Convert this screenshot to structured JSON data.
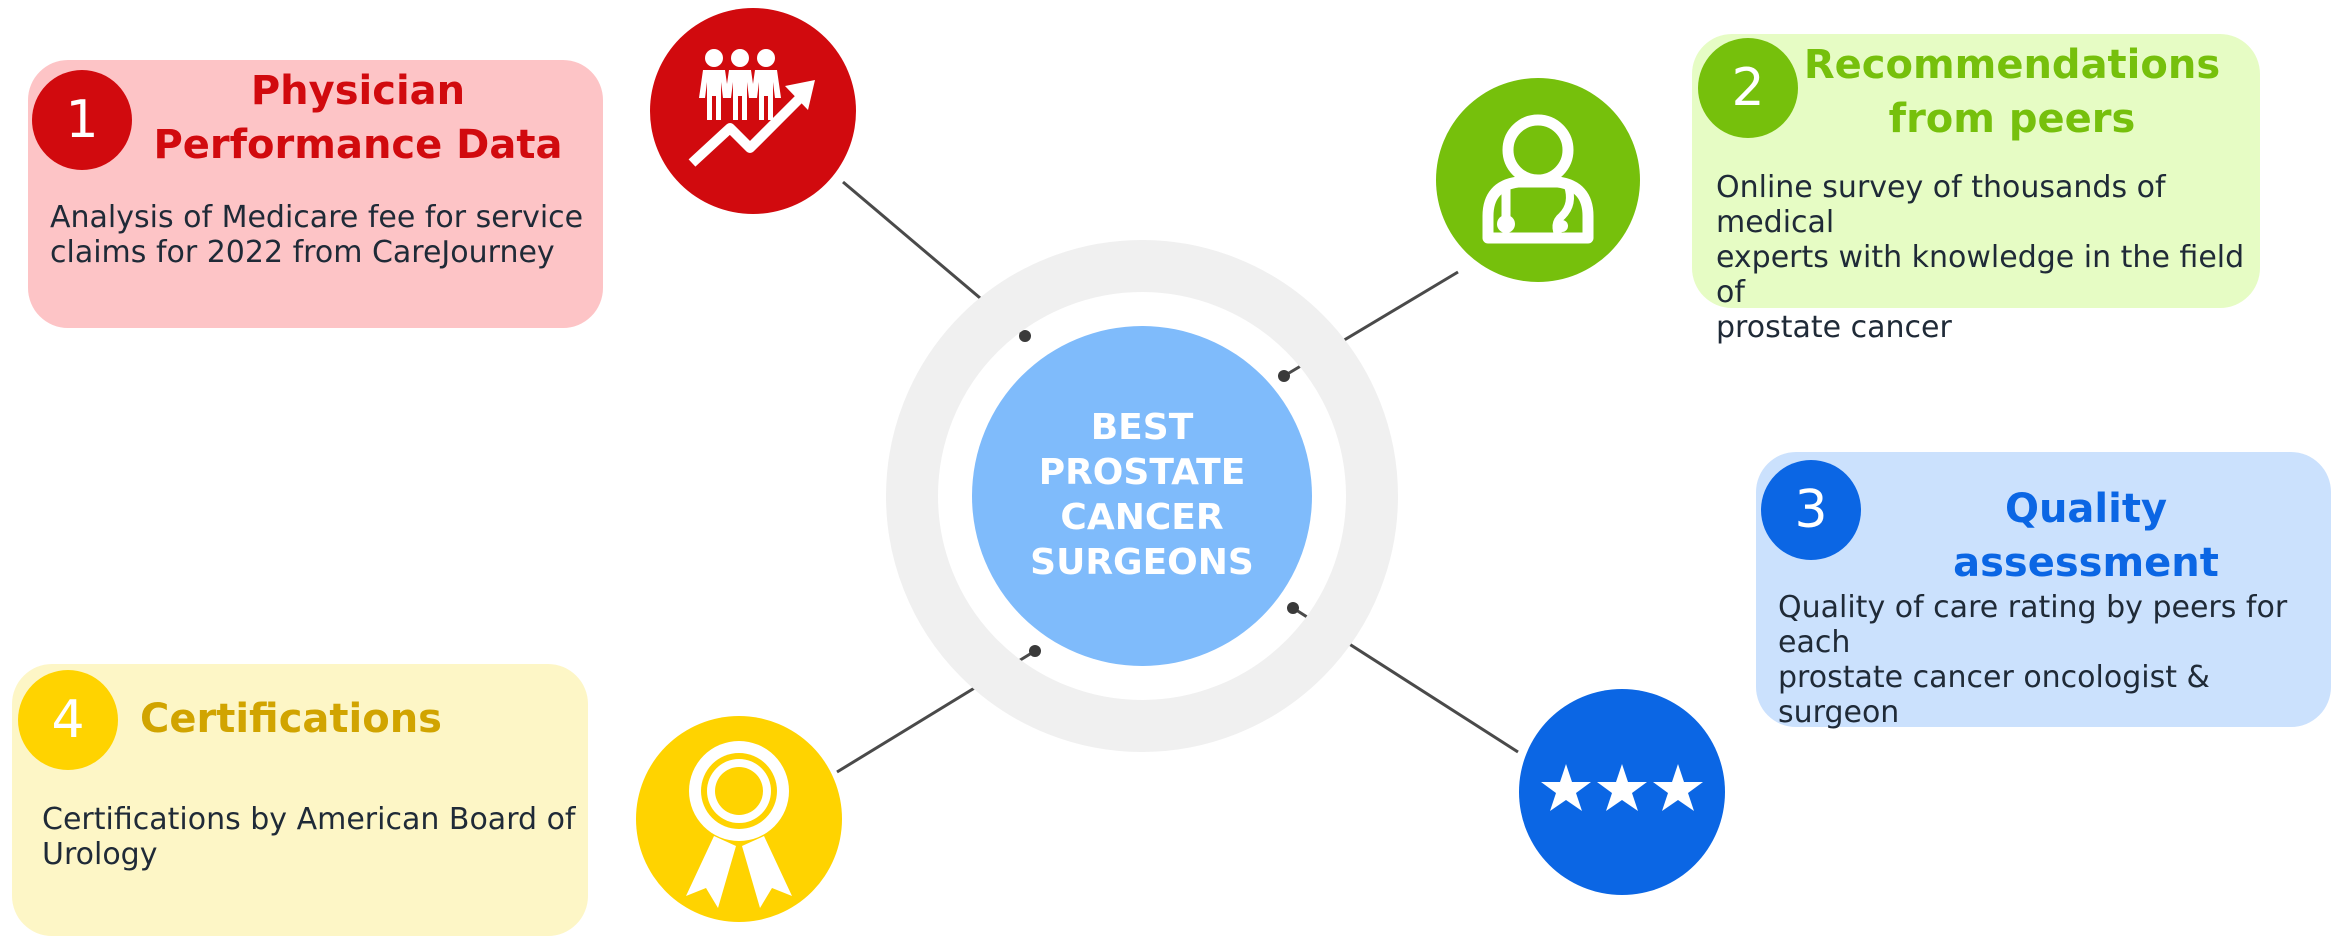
{
  "center": {
    "lines": [
      "BEST",
      "PROSTATE",
      "CANCER",
      "SURGEONS"
    ],
    "color": "#7fbbfb",
    "ring_color": "#f0f0f0"
  },
  "cards": [
    {
      "number": "1",
      "title_lines": [
        "Physician",
        "Performance Data"
      ],
      "description_lines": [
        "Analysis of Medicare fee for service",
        "claims for 2022 from CareJourney"
      ],
      "bg": "#fdc4c6",
      "accent": "#d10a0e",
      "icon": "people-growth-icon"
    },
    {
      "number": "2",
      "title_lines": [
        "Recommendations",
        "from peers"
      ],
      "description_lines": [
        "Online survey of thousands of medical",
        "experts with knowledge in the field of",
        "prostate cancer"
      ],
      "bg": "#e6fcc4",
      "accent": "#76c00c",
      "icon": "doctor-stethoscope-icon"
    },
    {
      "number": "3",
      "title_lines": [
        "Quality assessment"
      ],
      "description_lines": [
        "Quality of care rating by peers for each",
        "prostate cancer oncologist & surgeon"
      ],
      "bg": "#cbe1fd",
      "accent": "#0b66e4",
      "icon": "three-stars-icon"
    },
    {
      "number": "4",
      "title_lines": [
        "Certifications"
      ],
      "description_lines": [
        "Certifications by American Board of",
        "Urology"
      ],
      "bg": "#fdf6c6",
      "accent": "#ffd300",
      "title_color": "#d1a400",
      "icon": "award-ribbon-icon"
    }
  ]
}
